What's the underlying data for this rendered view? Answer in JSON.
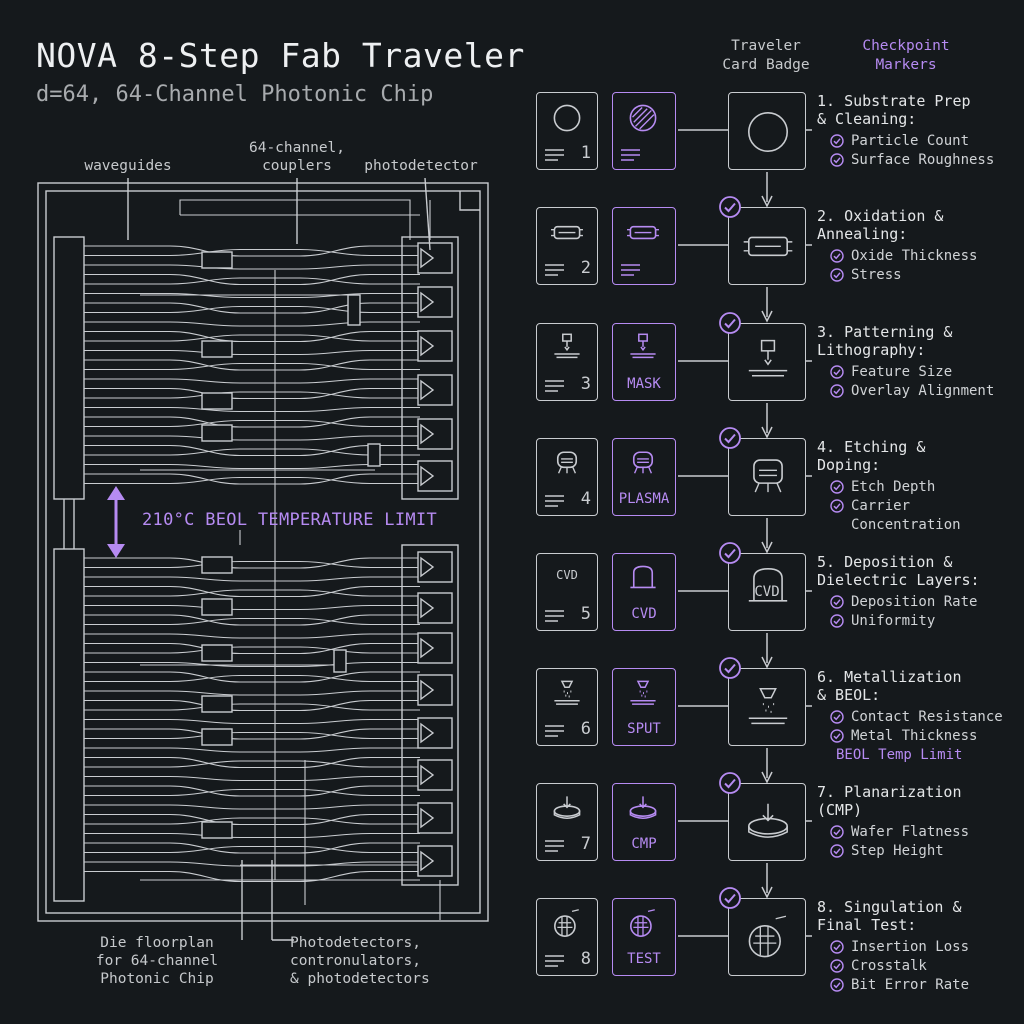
{
  "header": {
    "title": "NOVA 8-Step Fab Traveler",
    "subtitle": "d=64, 64-Channel Photonic Chip"
  },
  "floorplan": {
    "label_waveguides": "waveguides",
    "label_couplers": "64-channel,\ncouplers",
    "label_photodetector": "photodetector",
    "temp_limit": "210°C BEOL TEMPERATURE LIMIT",
    "caption_left": "Die floorplan\nfor 64-channel\nPhotonic Chip",
    "caption_right": "Photodetectors,\ncontronulators,\n& photodetectors"
  },
  "columns": {
    "badge_header": "Traveler\nCard Badge",
    "checkpoint_header": "Checkpoint\nMarkers"
  },
  "colors": {
    "background": "#15191c",
    "line": "#c9ccd0",
    "accent": "#b68bf2",
    "text": "#d8dadc"
  },
  "steps": [
    {
      "number": "1",
      "title": "1. Substrate Prep\n& Cleaning:",
      "card_label": "1",
      "badge_label": "",
      "checkpoints": [
        "Particle Count",
        "Surface Roughness"
      ],
      "checked": false,
      "icon": "wafer-icon"
    },
    {
      "number": "2",
      "title": "2. Oxidation &\nAnnealing:",
      "card_label": "2",
      "badge_label": "",
      "checkpoints": [
        "Oxide Thickness",
        "Stress"
      ],
      "checked": true,
      "icon": "furnace-icon"
    },
    {
      "number": "3",
      "title": "3. Patterning &\nLithography:",
      "card_label": "3",
      "badge_label": "MASK",
      "checkpoints": [
        "Feature Size",
        "Overlay Alignment"
      ],
      "checked": true,
      "icon": "lithography-icon"
    },
    {
      "number": "4",
      "title": "4. Etching &\nDoping:",
      "card_label": "4",
      "badge_label": "PLASMA",
      "checkpoints": [
        "Etch Depth",
        "Carrier\nConcentration"
      ],
      "checked": true,
      "icon": "plasma-chamber-icon"
    },
    {
      "number": "5",
      "title": "5. Deposition &\nDielectric Layers:",
      "card_label": "5",
      "badge_label": "CVD",
      "card_text": "CVD",
      "main_text": "CVD",
      "checkpoints": [
        "Deposition Rate",
        "Uniformity"
      ],
      "checked": true,
      "icon": "cvd-chamber-icon"
    },
    {
      "number": "6",
      "title": "6. Metallization\n& BEOL:",
      "card_label": "6",
      "badge_label": "SPUT",
      "checkpoints": [
        "Contact Resistance",
        "Metal Thickness"
      ],
      "accent_note": "BEOL Temp Limit",
      "checked": true,
      "icon": "sputter-icon"
    },
    {
      "number": "7",
      "title": "7. Planarization\n(CMP)",
      "card_label": "7",
      "badge_label": "CMP",
      "checkpoints": [
        "Wafer Flatness",
        "Step Height"
      ],
      "checked": true,
      "icon": "cmp-pad-icon"
    },
    {
      "number": "8",
      "title": "8. Singulation &\nFinal Test:",
      "card_label": "8",
      "badge_label": "TEST",
      "checkpoints": [
        "Insertion Loss",
        "Crosstalk",
        "Bit Error Rate"
      ],
      "checked": true,
      "icon": "probe-test-icon"
    }
  ]
}
